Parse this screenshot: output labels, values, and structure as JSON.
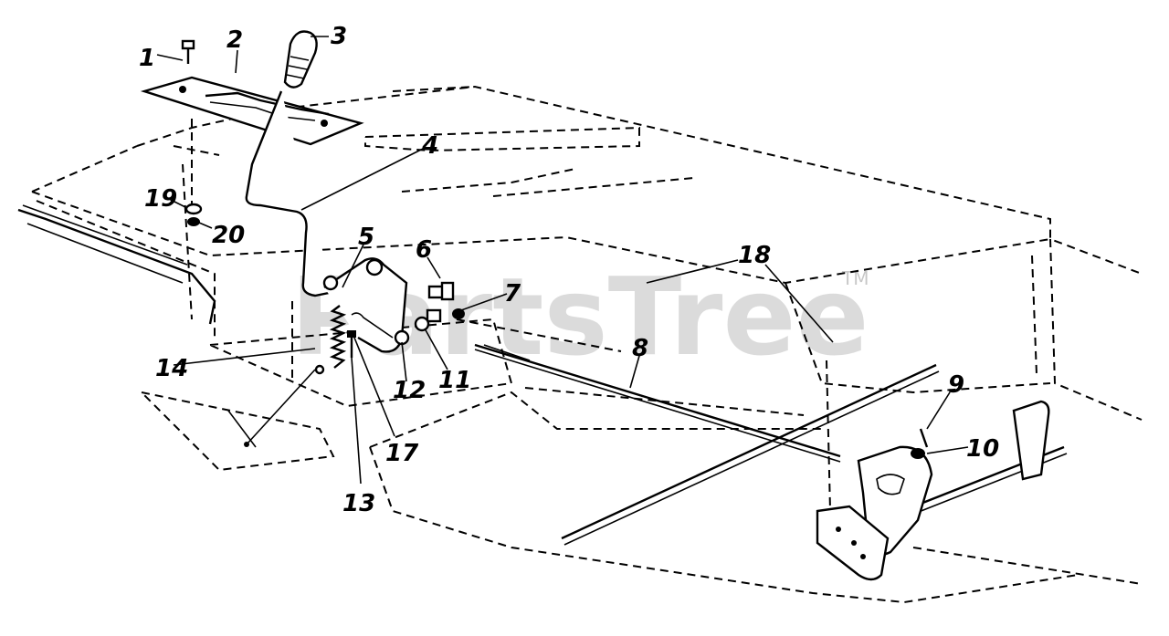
{
  "watermark": {
    "text": "PartsTree",
    "trademark": "TM"
  },
  "callouts": [
    {
      "id": "1",
      "label": "1"
    },
    {
      "id": "2",
      "label": "2"
    },
    {
      "id": "3",
      "label": "3"
    },
    {
      "id": "4",
      "label": "4"
    },
    {
      "id": "5",
      "label": "5"
    },
    {
      "id": "6",
      "label": "6"
    },
    {
      "id": "7",
      "label": "7"
    },
    {
      "id": "8",
      "label": "8"
    },
    {
      "id": "9",
      "label": "9"
    },
    {
      "id": "10",
      "label": "10"
    },
    {
      "id": "11",
      "label": "11"
    },
    {
      "id": "12",
      "label": "12"
    },
    {
      "id": "13",
      "label": "13"
    },
    {
      "id": "14",
      "label": "14"
    },
    {
      "id": "17",
      "label": "17"
    },
    {
      "id": "18",
      "label": "18"
    },
    {
      "id": "19",
      "label": "19"
    },
    {
      "id": "20",
      "label": "20"
    }
  ]
}
